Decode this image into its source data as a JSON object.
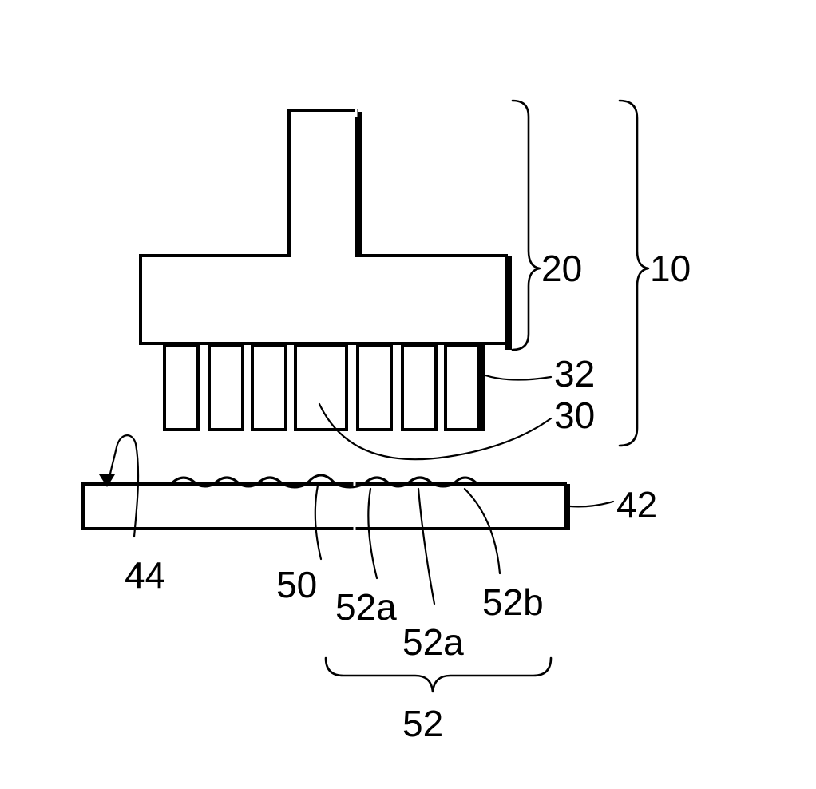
{
  "labels": {
    "tool": "10",
    "head": "20",
    "pins_group": "30",
    "pin": "32",
    "substrate": "42",
    "rotation": "44",
    "bump_center": "50",
    "bump_a1": "52a",
    "bump_a2": "52a",
    "bump_b": "52b",
    "bump_group": "52"
  },
  "colors": {
    "line": "#000000",
    "background": "#ffffff"
  }
}
